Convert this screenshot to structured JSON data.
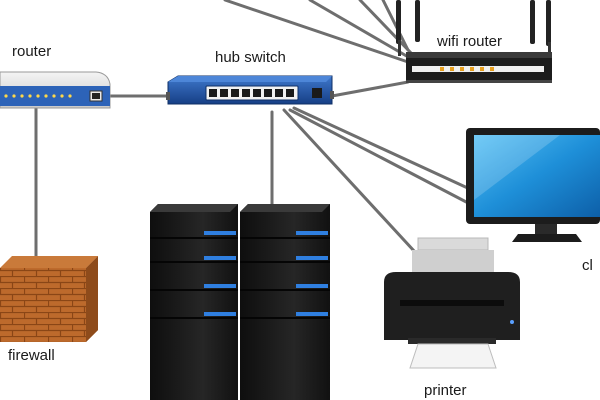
{
  "labels": {
    "router": "router",
    "hub_switch": "hub switch",
    "wifi_router": "wifi router",
    "firewall": "firewall",
    "printer": "printer",
    "client": "cl"
  },
  "nodes": {
    "router": "router-icon",
    "hub_switch": "network-switch-icon",
    "wifi_router": "wifi-router-icon",
    "firewall": "brick-firewall-icon",
    "servers": "server-rack-icon",
    "monitor": "monitor-icon",
    "printer": "printer-icon"
  },
  "colors": {
    "cable": "#6e6e6e",
    "switch_blue": "#1d4fa0",
    "brick": "#b5652a",
    "server_black": "#1b1b1b",
    "server_led": "#2f7fe0",
    "screen_blue": "#1e8fd8"
  }
}
